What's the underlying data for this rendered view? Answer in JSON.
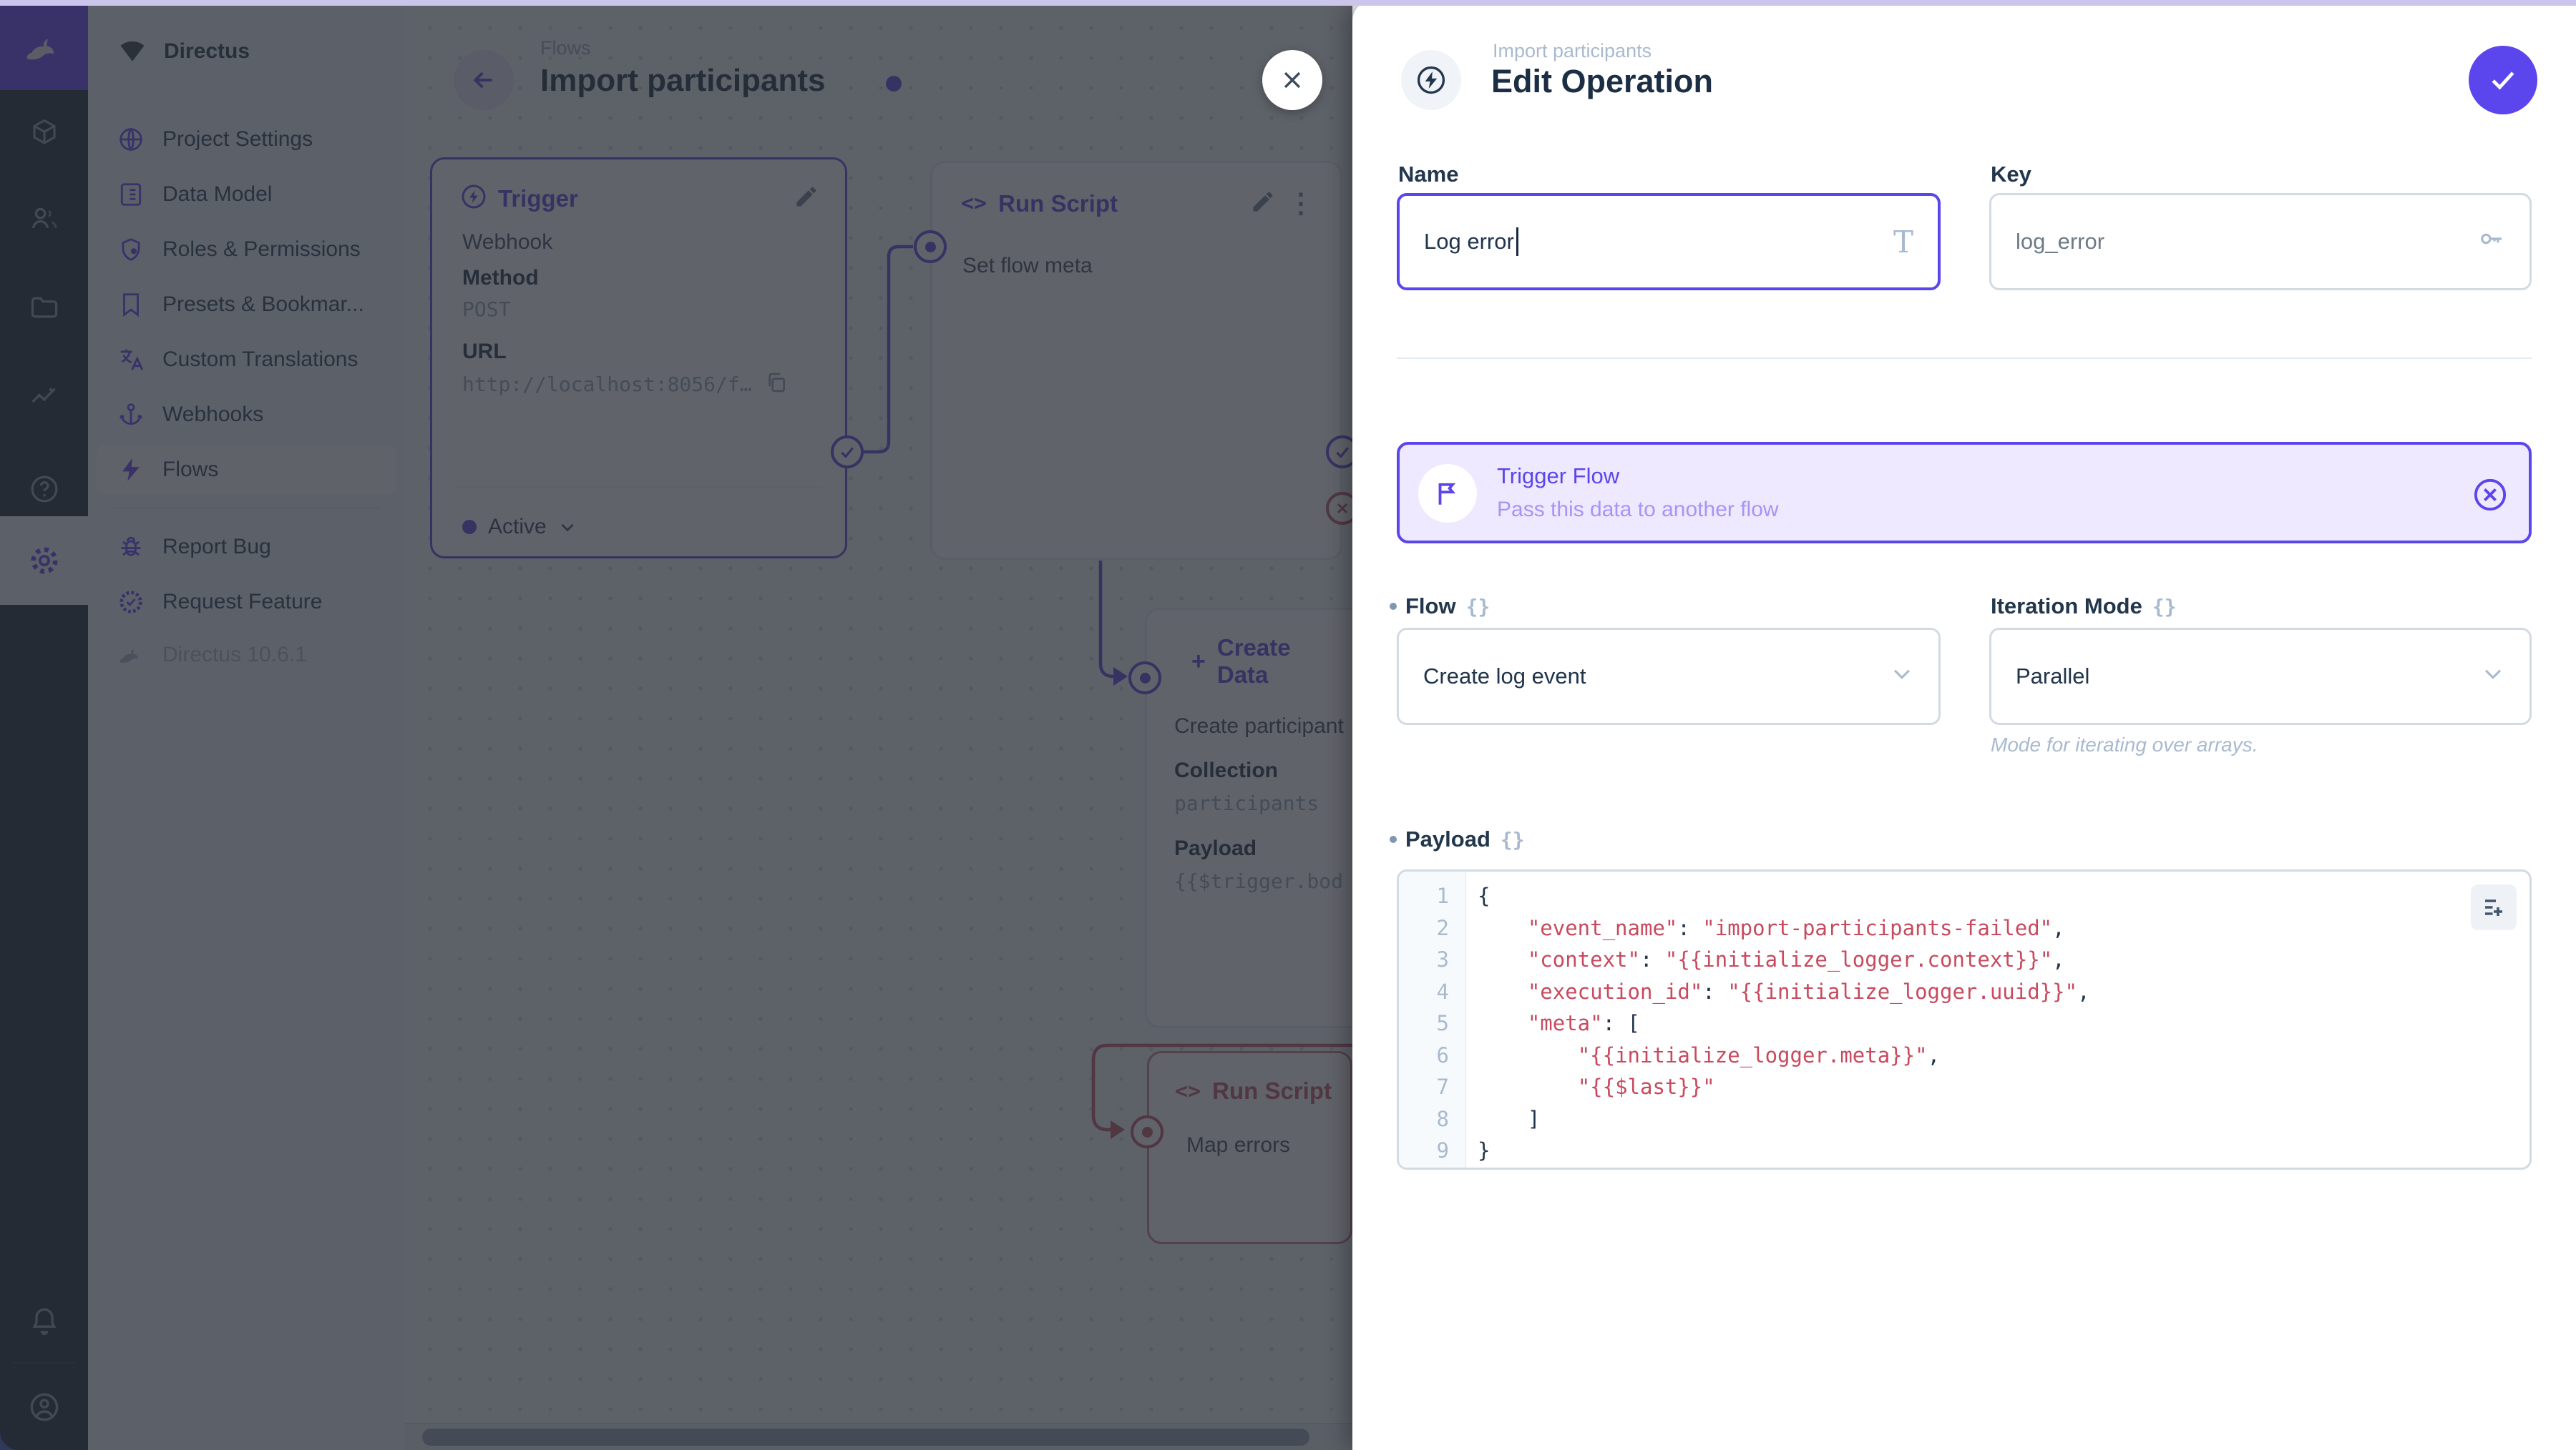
{
  "colors": {
    "accent": "#5B45EC",
    "purple": "#5E47E8",
    "maroon": "#C25568",
    "banner_bg": "#EEE9FE",
    "code_string": "#C84A5E"
  },
  "module_bar": {
    "icons": [
      "directus-logo",
      "content-box",
      "users",
      "files-folder",
      "insights",
      "docs-help",
      "settings-gear",
      "notifications-bell",
      "user-avatar"
    ]
  },
  "nav": {
    "project_name": "Directus",
    "items": [
      {
        "label": "Project Settings"
      },
      {
        "label": "Data Model"
      },
      {
        "label": "Roles & Permissions"
      },
      {
        "label": "Presets & Bookmar..."
      },
      {
        "label": "Custom Translations"
      },
      {
        "label": "Webhooks"
      },
      {
        "label": "Flows"
      }
    ],
    "footer_items": [
      {
        "label": "Report Bug"
      },
      {
        "label": "Request Feature"
      }
    ],
    "version": "Directus 10.6.1"
  },
  "canvas": {
    "breadcrumb": "Flows",
    "title": "Import participants",
    "trigger": {
      "title": "Trigger",
      "type": "Webhook",
      "method_label": "Method",
      "method": "POST",
      "url_label": "URL",
      "url": "http://localhost:8056/f…",
      "status": "Active"
    },
    "run_script": {
      "title": "Run Script",
      "name": "Set flow meta",
      "menu_glyph": "⋮",
      "code_glyph": "<>"
    },
    "create_data": {
      "title": "Create Data",
      "plus": "+",
      "name": "Create participant",
      "collection_label": "Collection",
      "collection": "participants",
      "payload_label": "Payload",
      "payload_preview": "{{$trigger.bod"
    },
    "map_errors": {
      "title": "Run Script",
      "name": "Map errors",
      "code_glyph": "<>"
    }
  },
  "drawer": {
    "breadcrumb": "Import participants",
    "title": "Edit Operation",
    "name_field": {
      "label": "Name",
      "value": "Log error"
    },
    "key_field": {
      "label": "Key",
      "value": "log_error"
    },
    "banner": {
      "title": "Trigger Flow",
      "subtitle": "Pass this data to another flow"
    },
    "flow_field": {
      "label": "Flow",
      "value": "Create log event",
      "braces": "{}"
    },
    "iteration_field": {
      "label": "Iteration Mode",
      "value": "Parallel",
      "note": "Mode for iterating over arrays.",
      "braces": "{}"
    },
    "payload": {
      "label": "Payload",
      "braces": "{}",
      "lines": [
        [
          [
            "p",
            "{"
          ]
        ],
        [
          [
            "p",
            "    "
          ],
          [
            "s",
            "\"event_name\""
          ],
          [
            "p",
            ": "
          ],
          [
            "s",
            "\"import-participants-failed\""
          ],
          [
            "p",
            ","
          ]
        ],
        [
          [
            "p",
            "    "
          ],
          [
            "s",
            "\"context\""
          ],
          [
            "p",
            ": "
          ],
          [
            "s",
            "\"{{initialize_logger.context}}\""
          ],
          [
            "p",
            ","
          ]
        ],
        [
          [
            "p",
            "    "
          ],
          [
            "s",
            "\"execution_id\""
          ],
          [
            "p",
            ": "
          ],
          [
            "s",
            "\"{{initialize_logger.uuid}}\""
          ],
          [
            "p",
            ","
          ]
        ],
        [
          [
            "p",
            "    "
          ],
          [
            "s",
            "\"meta\""
          ],
          [
            "p",
            ": ["
          ]
        ],
        [
          [
            "p",
            "        "
          ],
          [
            "s",
            "\"{{initialize_logger.meta}}\""
          ],
          [
            "p",
            ","
          ]
        ],
        [
          [
            "p",
            "        "
          ],
          [
            "s",
            "\"{{$last}}\""
          ]
        ],
        [
          [
            "p",
            "    ]"
          ]
        ],
        [
          [
            "p",
            "}"
          ]
        ]
      ]
    }
  }
}
